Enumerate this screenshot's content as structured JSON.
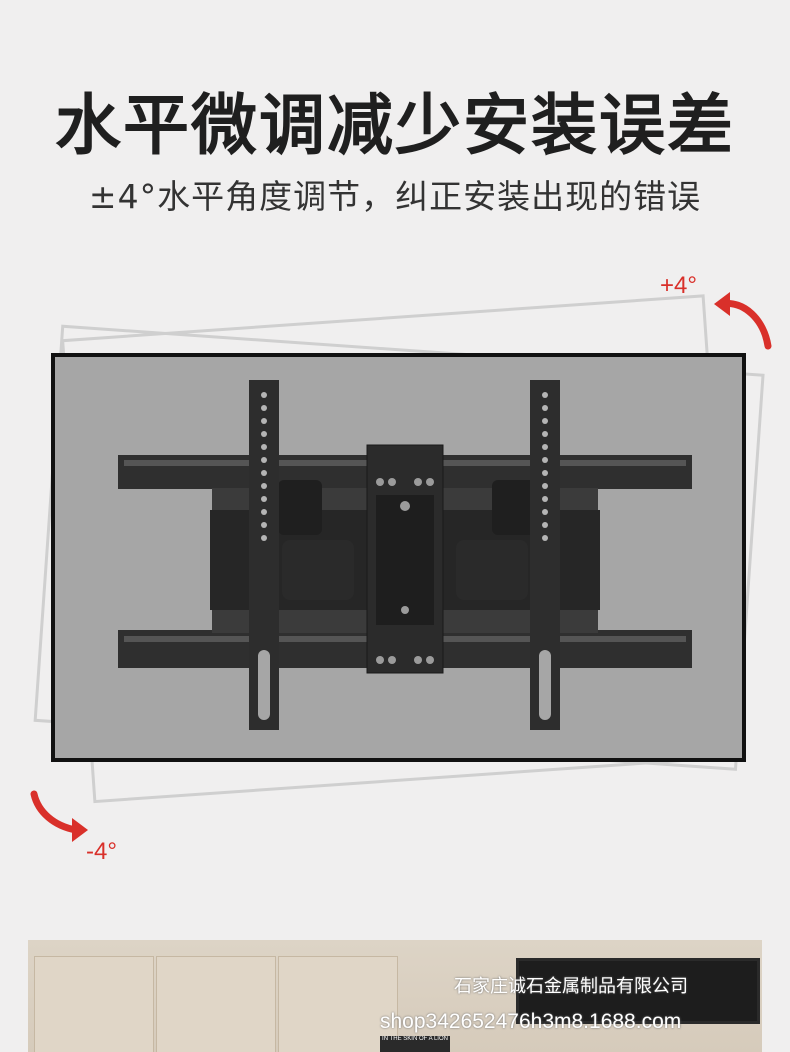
{
  "headline": "水平微调减少安装误差",
  "subheadline": "±4°水平角度调节，纠正安装出现的错误",
  "angles": {
    "plus": "+4°",
    "minus": "-4°"
  },
  "watermark": {
    "company": "石家庄诚石金属制品有限公司",
    "url": "shop342652476h3m8.1688.com"
  },
  "book_text": "IN THE SKIN OF A LION",
  "colors": {
    "accent_red": "#d9302a",
    "panel": "#a6a6a6",
    "bracket": "#2f2f2f"
  },
  "icons": [
    "rotate-clockwise-arrow-icon",
    "rotate-counterclockwise-arrow-icon"
  ]
}
